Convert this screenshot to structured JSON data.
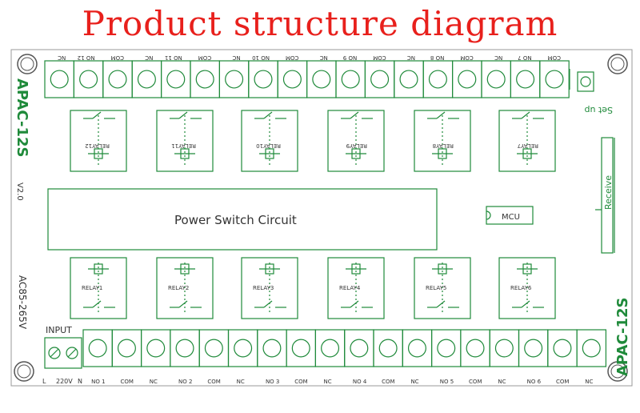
{
  "title": "Product structure diagram",
  "colors": {
    "title": "#e8201c",
    "board": "#1f8a3a",
    "text_dark": "#333333"
  },
  "board": {
    "model_left": "APAC-12S",
    "version": "V2.0",
    "voltage": "AC85-265V",
    "model_right": "APAC-12S",
    "receive_label": "Receive",
    "setup_label": "Set up",
    "power_block_label": "Power Switch Circuit",
    "mcu_label": "MCU",
    "input_label": "INPUT",
    "input_terminals": [
      "L",
      "220V",
      "N"
    ]
  },
  "top_relays": [
    "RELAY12",
    "RELAY11",
    "RELAY10",
    "RELAY9",
    "RELAY8",
    "RELAY7"
  ],
  "bottom_relays": [
    "RELAY1",
    "RELAY2",
    "RELAY3",
    "RELAY4",
    "RELAY5",
    "RELAY6"
  ],
  "top_terminal_labels": [
    "NC",
    "NO 12",
    "COM",
    "NC",
    "NO 11",
    "COM",
    "NC",
    "NO 10",
    "COM",
    "NC",
    "NO 9",
    "COM",
    "NC",
    "NO 8",
    "COM",
    "NC",
    "NO 7",
    "COM"
  ],
  "bottom_terminal_labels": [
    "NO 1",
    "COM",
    "NC",
    "NO 2",
    "COM",
    "NC",
    "NO 3",
    "COM",
    "NC",
    "NO 4",
    "COM",
    "NC",
    "NO 5",
    "COM",
    "NC",
    "NO 6",
    "COM",
    "NC"
  ]
}
